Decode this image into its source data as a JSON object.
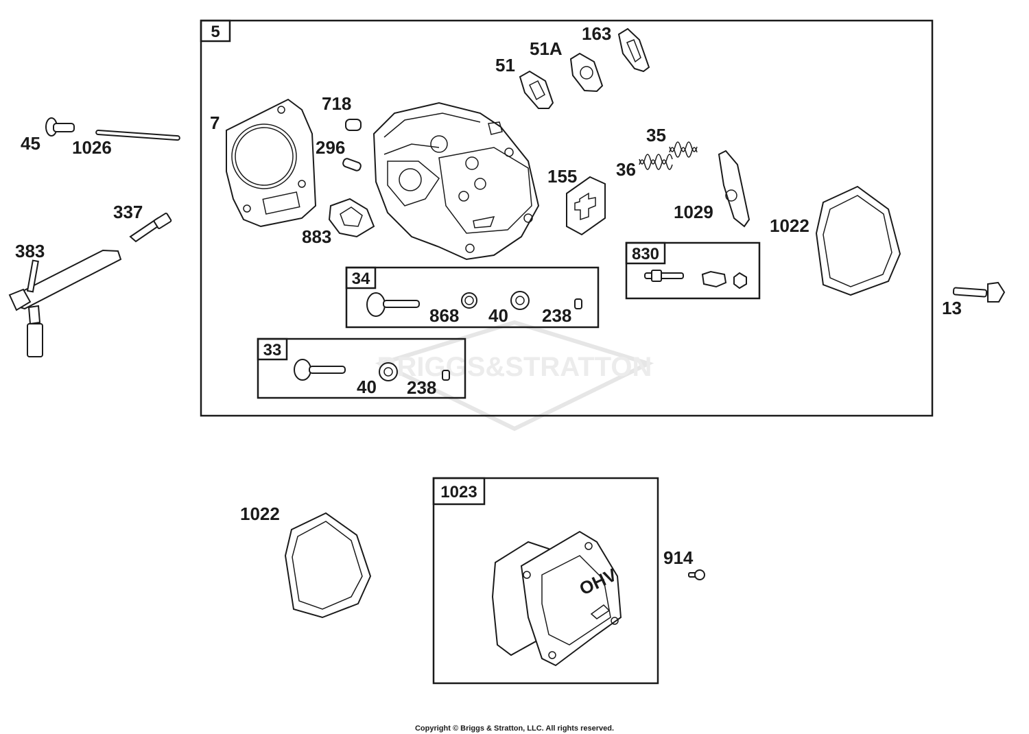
{
  "watermark": "BRIGGS&STRATTON",
  "copyright": "Copyright © Briggs & Stratton, LLC. All rights reserved.",
  "boxes": {
    "b5": "5",
    "b34": "34",
    "b33": "33",
    "b830": "830",
    "b1023": "1023"
  },
  "labels": {
    "p7": "7",
    "p718": "718",
    "p296": "296",
    "p883": "883",
    "p51": "51",
    "p51a": "51A",
    "p163": "163",
    "p155": "155",
    "p35": "35",
    "p36": "36",
    "p1029": "1029",
    "p1022a": "1022",
    "p45": "45",
    "p1026": "1026",
    "p337": "337",
    "p383": "383",
    "p868": "868",
    "p40a": "40",
    "p238a": "238",
    "p40b": "40",
    "p238b": "238",
    "p13": "13",
    "p1022b": "1022",
    "p914": "914",
    "ohv": "OHV"
  }
}
